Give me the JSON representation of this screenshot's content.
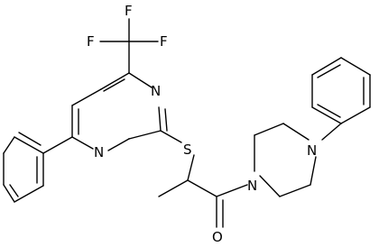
{
  "molecule": {
    "atoms": {
      "F1": "F",
      "F2": "F",
      "F3": "F",
      "N1": "N",
      "N2": "N",
      "S": "S",
      "N3": "N",
      "N4": "N",
      "O": "O"
    }
  }
}
